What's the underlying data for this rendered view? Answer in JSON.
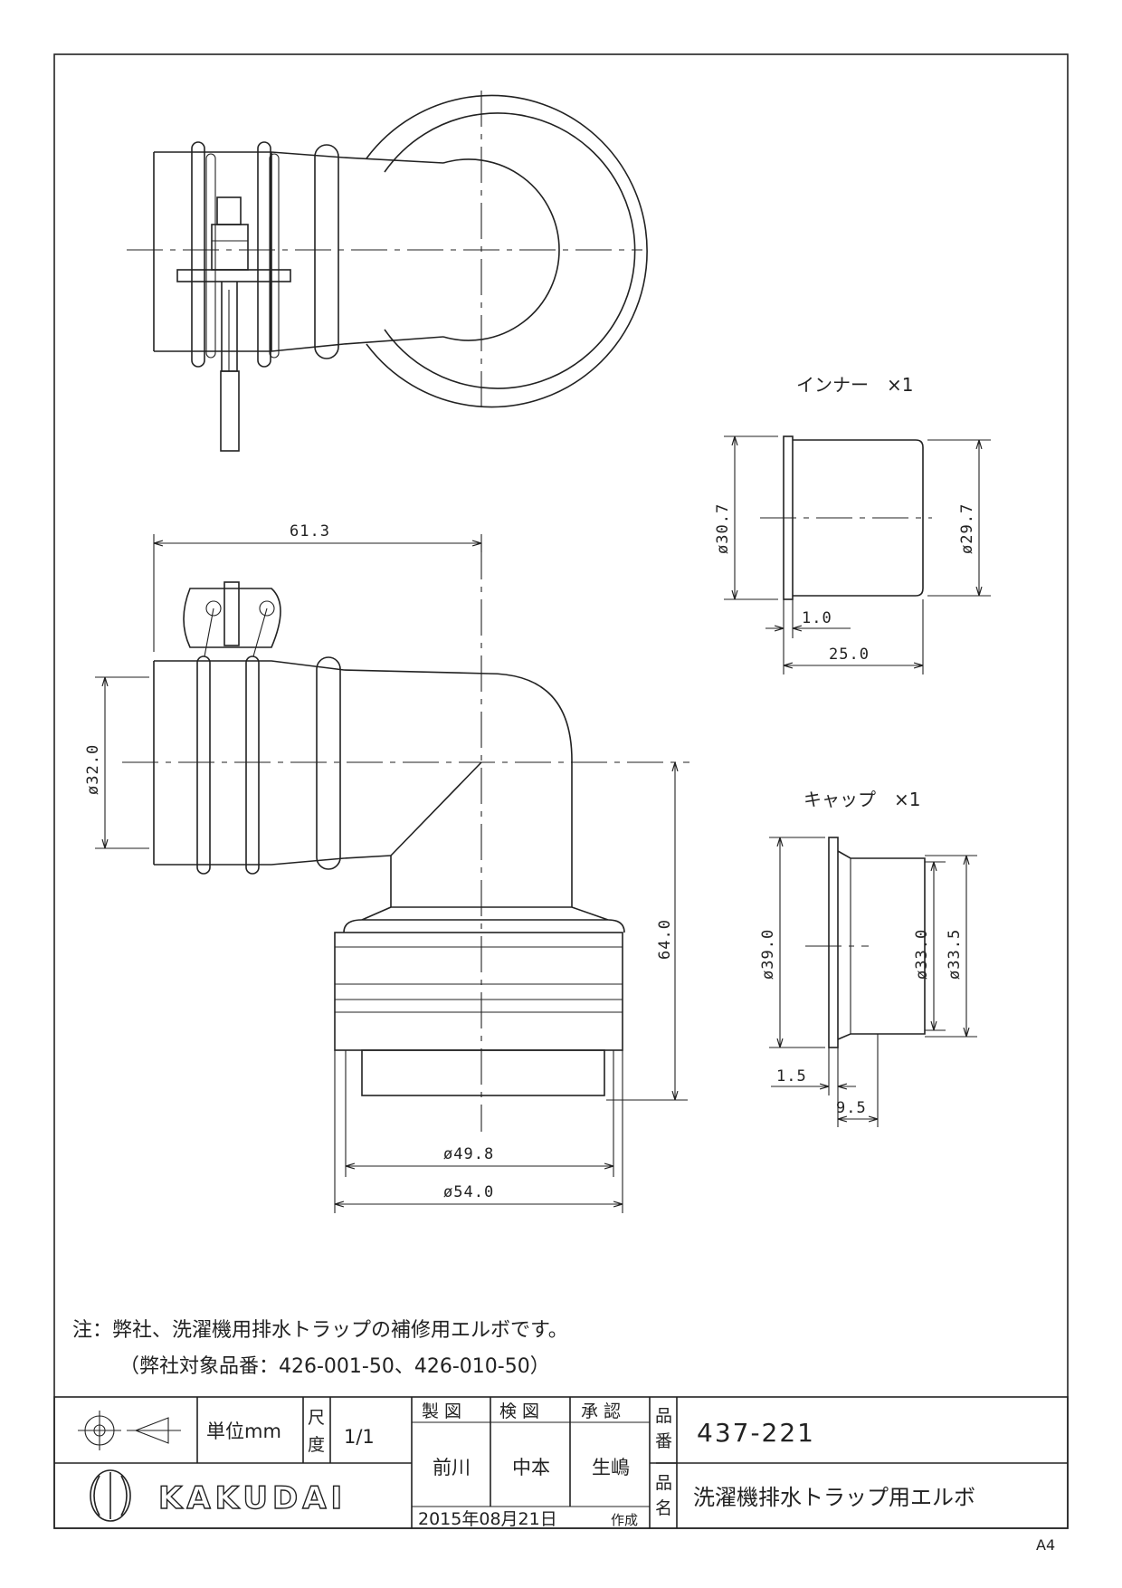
{
  "title_block": {
    "unit_label": "単位mm",
    "scale_label": "尺度",
    "scale_value": "1/1",
    "roles": [
      "製 図",
      "検 図",
      "承 認"
    ],
    "persons": [
      "前川",
      "中本",
      "生嶋"
    ],
    "part_no_label": "品番",
    "part_no": "437-221",
    "part_name_label": "品名",
    "part_name": "洗濯機排水トラップ用エルボ",
    "date": "2015年08月21日",
    "date_suffix": "作成",
    "brand": "KAKUDAI",
    "paper_size": "A4"
  },
  "notes": {
    "line1": "注：弊社、洗濯機用排水トラップの補修用エルボです。",
    "line2": "（弊社対象品番：426-001-50、426-010-50）"
  },
  "inner": {
    "label": "インナー　×1",
    "dims": {
      "outer_dia": "ø30.7",
      "inner_dia": "ø29.7",
      "flange": "1.0",
      "length": "25.0"
    }
  },
  "cap": {
    "label": "キャップ　×1",
    "dims": {
      "flange_dia": "ø39.0",
      "dia_a": "ø33.0",
      "dia_b": "ø33.5",
      "flange": "1.5",
      "length": "9.5"
    }
  },
  "elbow": {
    "dims": {
      "width": "61.3",
      "inlet_dia": "ø32.0",
      "height": "64.0",
      "dia_a": "ø49.8",
      "dia_b": "ø54.0"
    }
  },
  "colors": {
    "line": "#222222",
    "paper": "#ffffff"
  }
}
